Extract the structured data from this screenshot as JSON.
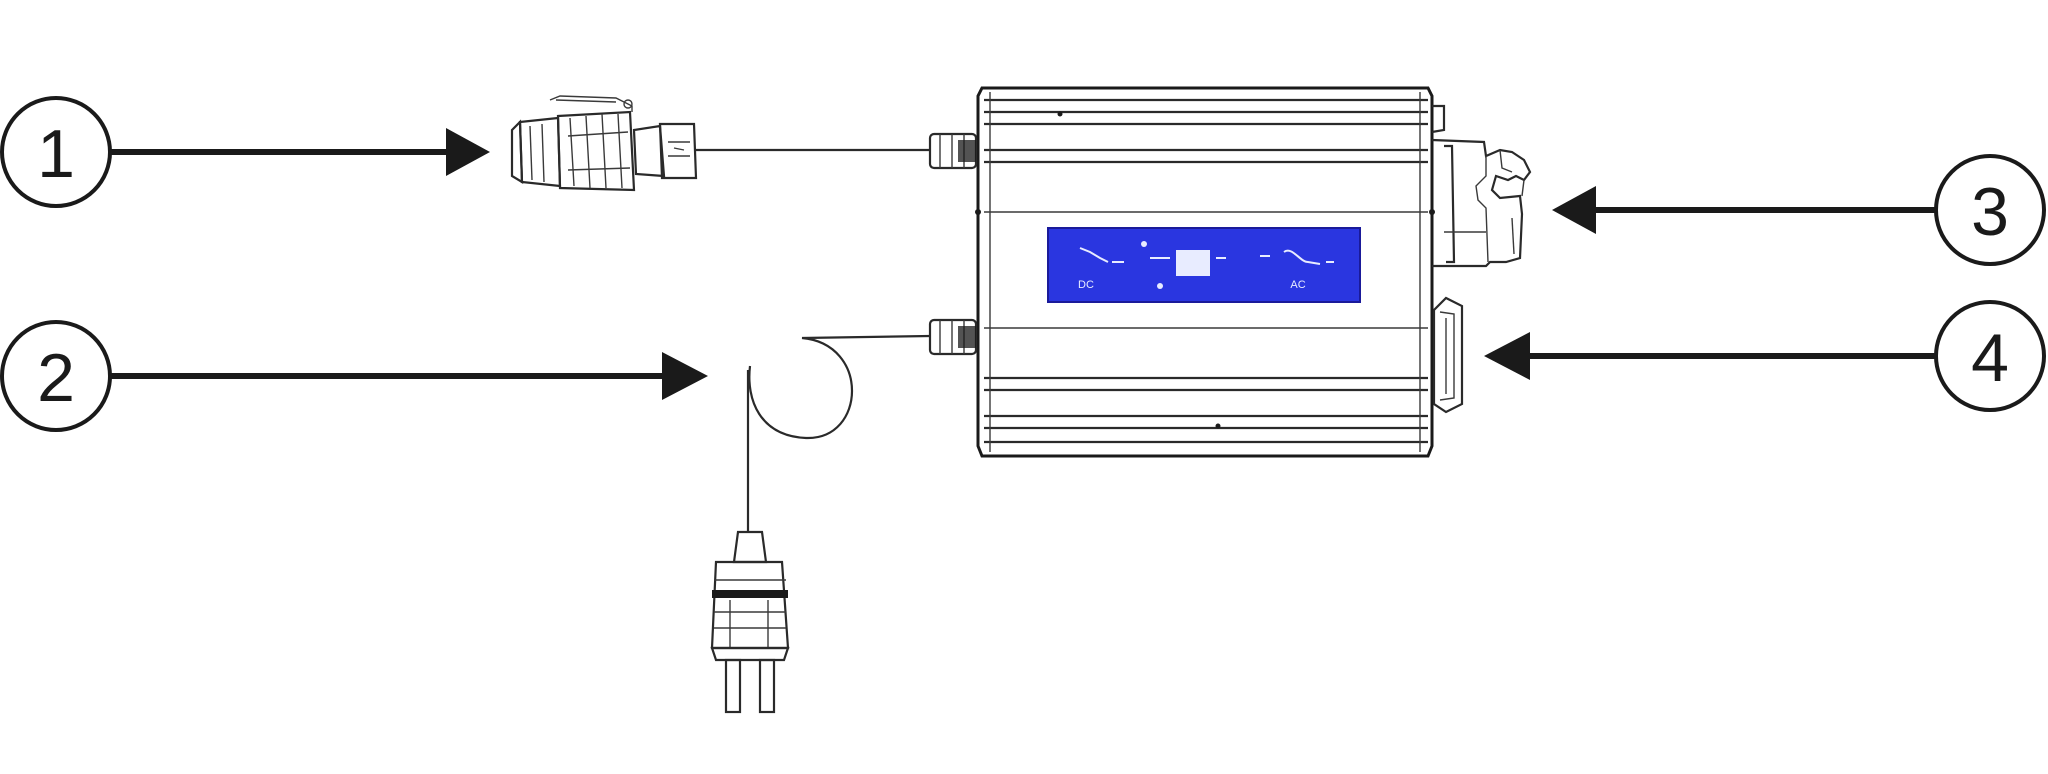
{
  "callouts": [
    {
      "id": "1",
      "label": "1"
    },
    {
      "id": "2",
      "label": "2"
    },
    {
      "id": "3",
      "label": "3"
    },
    {
      "id": "4",
      "label": "4"
    }
  ],
  "panel": {
    "left_caption": "DC",
    "right_caption": "AC",
    "panel_color": "#2a36e0"
  },
  "colors": {
    "line": "#1a1a1a",
    "body": "#ffffff"
  }
}
